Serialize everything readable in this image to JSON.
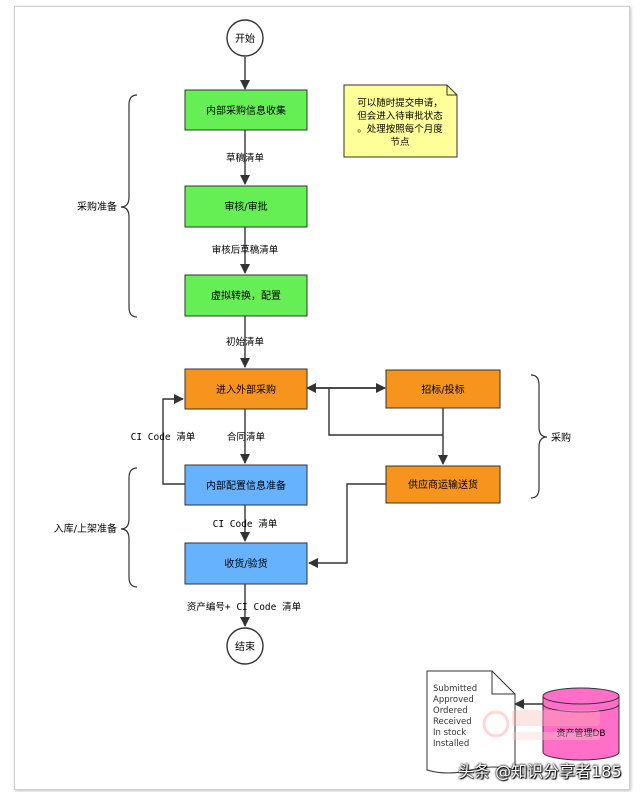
{
  "nodes": {
    "start": "开始",
    "end": "结束",
    "collect": "内部采购信息收集",
    "review": "审核/审批",
    "virtual": "虚拟转换，配置",
    "external": "进入外部采购",
    "bidding": "招标/投标",
    "supplier": "供应商运输送货",
    "config": "内部配置信息准备",
    "receive": "收货/验货",
    "asset_db": "资产管理DB"
  },
  "edge_labels": {
    "draft": "草稿清单",
    "reviewed": "审核后草稿清单",
    "initial": "初始清单",
    "contract": "合同清单",
    "ci_left": "CI Code 清单",
    "ci_mid": "CI Code 清单",
    "asset_ci": "资产编号+ CI Code 清单"
  },
  "brackets": {
    "purchase_prep": "采购准备",
    "purchase": "采购",
    "warehouse": "入库/上架准备"
  },
  "note": {
    "lines": [
      "可以随时提交申请，",
      "但会进入待审批状态",
      "。处理按照每个月度",
      "节点"
    ]
  },
  "doc": {
    "lines": [
      "Submitted",
      "Approved",
      "Ordered",
      "Received",
      "In stock",
      "Installed"
    ]
  },
  "watermark": "头条 @知识分享者185",
  "colors": {
    "green": "#66ee55",
    "orange": "#f7941d",
    "blue": "#66b2ff",
    "note": "#ffff99",
    "db": "#ff6ec7",
    "line": "#333333"
  }
}
